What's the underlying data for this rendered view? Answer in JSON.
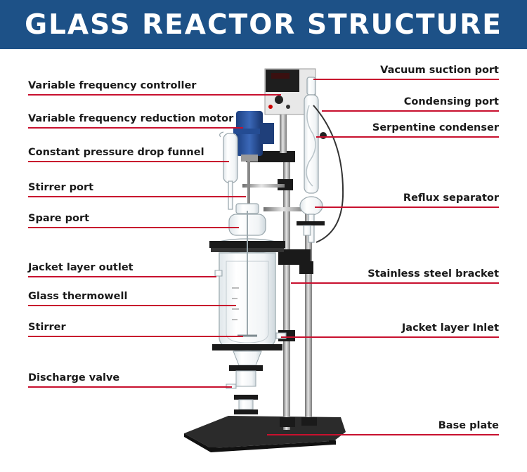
{
  "title": "GLASS REACTOR STRUCTURE",
  "colors": {
    "banner": "#1d5187",
    "leader": "#c8102e",
    "text": "#1a1a1a"
  },
  "labels_left": [
    {
      "id": "variable-frequency-controller",
      "text": "Variable frequency controller"
    },
    {
      "id": "variable-frequency-reduction-motor",
      "text": "Variable frequency reduction motor"
    },
    {
      "id": "constant-pressure-drop-funnel",
      "text": "Constant pressure drop funnel"
    },
    {
      "id": "stirrer-port",
      "text": "Stirrer port"
    },
    {
      "id": "spare-port",
      "text": "Spare port"
    },
    {
      "id": "jacket-layer-outlet",
      "text": "Jacket layer outlet"
    },
    {
      "id": "glass-thermowell",
      "text": "Glass thermowell"
    },
    {
      "id": "stirrer",
      "text": "Stirrer"
    },
    {
      "id": "discharge-valve",
      "text": "Discharge valve"
    }
  ],
  "labels_right": [
    {
      "id": "vacuum-suction-port",
      "text": "Vacuum suction port"
    },
    {
      "id": "condensing-port",
      "text": "Condensing port"
    },
    {
      "id": "serpentine-condenser",
      "text": "Serpentine condenser"
    },
    {
      "id": "reflux-separator",
      "text": "Reflux separator"
    },
    {
      "id": "stainless-steel-bracket",
      "text": "Stainless steel bracket"
    },
    {
      "id": "jacket-layer-inlet",
      "text": "Jacket layer Inlet"
    },
    {
      "id": "base-plate",
      "text": "Base plate"
    }
  ]
}
